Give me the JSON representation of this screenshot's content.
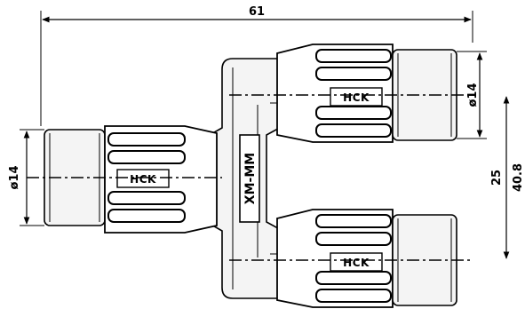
{
  "dimensions": {
    "overall_length": "61",
    "port_diameter_left": "ø14",
    "port_diameter_right": "ø14",
    "port_spacing": "25",
    "overall_height": "40.8"
  },
  "labels": {
    "brand_left": "HCK",
    "brand_top": "HCK",
    "brand_bottom": "HCK",
    "model": "XM-MM"
  }
}
